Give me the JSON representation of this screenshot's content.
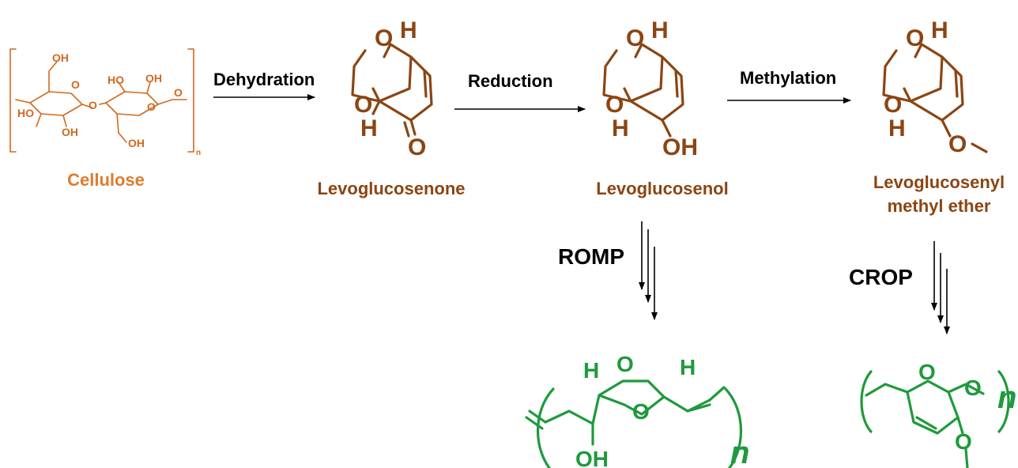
{
  "steps": {
    "dehydration": "Dehydration",
    "reduction": "Reduction",
    "methylation": "Methylation",
    "romp": "ROMP",
    "crop": "CROP"
  },
  "compounds": {
    "cellulose": "Cellulose",
    "levoglucosenone": "Levoglucosenone",
    "levoglucosenol": "Levoglucosenol",
    "ether_line1": "Levoglucosenyl",
    "ether_line2": "methyl ether"
  },
  "atoms": {
    "O": "O",
    "H": "H",
    "OH": "OH",
    "HO": "HO",
    "n": "n"
  },
  "colors": {
    "brown": "#8B4513",
    "orange": "#E07A2E",
    "green": "#1E9A3C",
    "black": "#000000"
  }
}
